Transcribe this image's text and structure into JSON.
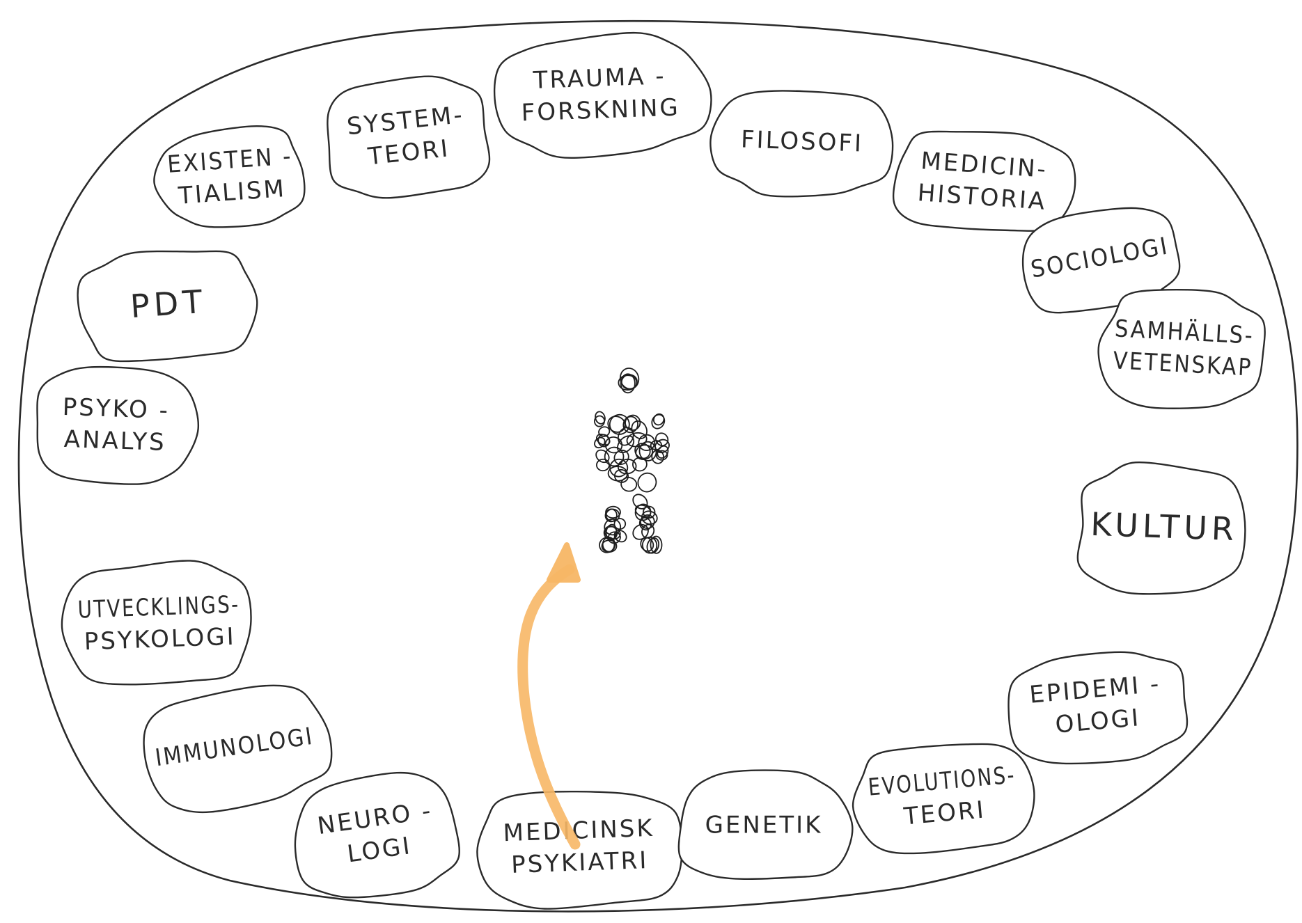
{
  "diagram": {
    "bubbles": [
      {
        "id": "traumaforskning",
        "lines": [
          "TRAUMA -",
          "FORSKNING"
        ]
      },
      {
        "id": "systemteori",
        "lines": [
          "SYSTEM-",
          "TEORI"
        ]
      },
      {
        "id": "existentialism",
        "lines": [
          "EXISTEN -",
          "TIALISM"
        ]
      },
      {
        "id": "filosofi",
        "lines": [
          "FILOSOFI"
        ]
      },
      {
        "id": "medicinhistoria",
        "lines": [
          "MEDICIN-",
          "HISTORIA"
        ]
      },
      {
        "id": "sociologi",
        "lines": [
          "SOCIOLOGI"
        ]
      },
      {
        "id": "samhallsvetenskap",
        "lines": [
          "SAMHÄLLS-",
          "VETENSKAP"
        ]
      },
      {
        "id": "pdt",
        "lines": [
          "PDT"
        ]
      },
      {
        "id": "psykoanalys",
        "lines": [
          "PSYKO -",
          "ANALYS"
        ]
      },
      {
        "id": "kultur",
        "lines": [
          "KULTUR"
        ]
      },
      {
        "id": "utvecklingspsykologi",
        "lines": [
          "UTVECKLINGS-",
          "PSYKOLOGI"
        ]
      },
      {
        "id": "epidemiologi",
        "lines": [
          "EPIDEMI -",
          "OLOGI"
        ]
      },
      {
        "id": "immunologi",
        "lines": [
          "IMMUNOLOGI"
        ]
      },
      {
        "id": "evolutionsteori",
        "lines": [
          "EVOLUTIONS-",
          "TEORI"
        ]
      },
      {
        "id": "neurologi",
        "lines": [
          "NEURO -",
          "LOGI"
        ]
      },
      {
        "id": "medicinsk-psykiatri",
        "lines": [
          "MEDICINSK",
          "PSYKIATRI"
        ]
      },
      {
        "id": "genetik",
        "lines": [
          "GENETIK"
        ]
      }
    ],
    "colors": {
      "ink": "#2a2a2a",
      "arrow": "#f7b766",
      "background": "#ffffff"
    },
    "arrow": {
      "from": "medicinsk-psykiatri",
      "to": "person-figure"
    },
    "center_icon": "person-figure-icon"
  }
}
